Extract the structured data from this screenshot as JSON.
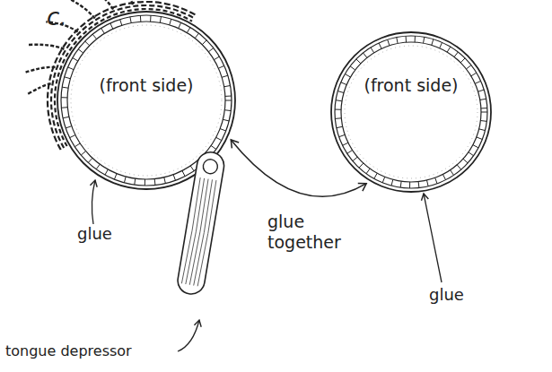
{
  "diagram": {
    "nodes": [
      {
        "text": [
          "(front side)"
        ]
      },
      {
        "text": [
          "(front side)"
        ]
      }
    ],
    "edges": [
      {
        "from": 0,
        "to": 1,
        "arrow": "both",
        "label": "glue together"
      }
    ],
    "labels": [
      "c.",
      "glue",
      "glue",
      "tongue depressor"
    ]
  }
}
